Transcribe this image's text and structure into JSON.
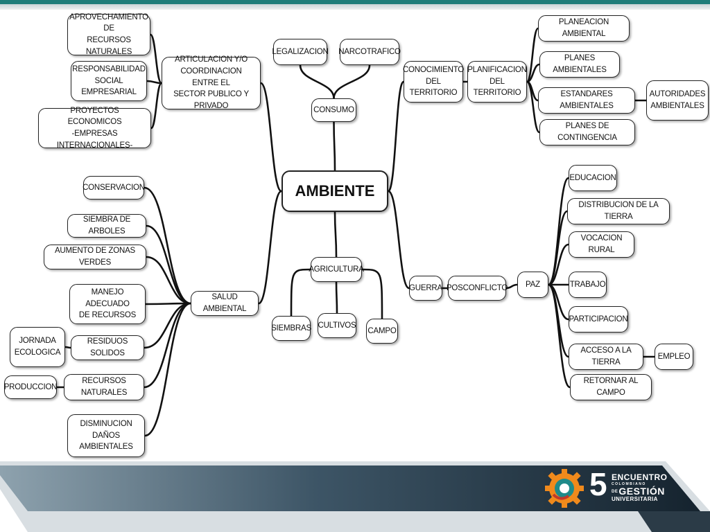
{
  "diagram": {
    "center": "AMBIENTE",
    "nodes": {
      "articulacion": "ARTICULACION Y/O\nCOORDINACION ENTRE EL\nSECTOR PUBLICO Y PRIVADO",
      "aprovechamiento": "APROVECHAMIENTO DE\nRECURSOS NATURALES",
      "responsabilidad": "RESPONSABILIDAD\nSOCIAL EMPRESARIAL",
      "proyectos": "PROYECTOS ECONOMICOS\n-EMPRESAS INTERNACIONALES-",
      "legalizacion": "LEGALIZACION",
      "narcotrafico": "NARCOTRAFICO",
      "consumo": "CONSUMO",
      "conocimiento": "CONOCIMIENTO\nDEL TERRITORIO",
      "planificacion": "PLANIFICACION\nDEL TERRITORIO",
      "planeacion": "PLANEACION AMBIENTAL",
      "planes_ambientales": "PLANES AMBIENTALES",
      "estandares": "ESTANDARES AMBIENTALES",
      "autoridades": "AUTORIDADES\nAMBIENTALES",
      "contingencia": "PLANES DE CONTINGENCIA",
      "salud": "SALUD AMBIENTAL",
      "conservacion": "CONSERVACION",
      "siembra_arboles": "SIEMBRA DE ARBOLES",
      "zonas_verdes": "AUMENTO DE ZONAS VERDES",
      "manejo": "MANEJO ADECUADO\nDE RECURSOS",
      "residuos": "RESIDUOS SOLIDOS",
      "jornada": "JORNADA\nECOLOGICA",
      "recursos_naturales": "RECURSOS NATURALES",
      "produccion": "PRODUCCION",
      "disminucion": "DISMINUCION\nDAÑOS AMBIENTALES",
      "agricultura": "AGRICULTURA",
      "siembras": "SIEMBRAS",
      "cultivos": "CULTIVOS",
      "campo": "CAMPO",
      "guerra": "GUERRA",
      "posconflicto": "POSCONFLICTO",
      "paz": "PAZ",
      "educacion": "EDUCACION",
      "distribucion": "DISTRIBUCION DE LA TIERRA",
      "vocacion": "VOCACION RURAL",
      "trabajo": "TRABAJO",
      "participacion": "PARTICIPACION",
      "acceso": "ACCESO A LA TIERRA",
      "empleo": "EMPLEO",
      "retornar": "RETORNAR AL CAMPO"
    }
  },
  "branding": {
    "number": "5",
    "line1": "ENCUENTRO",
    "line2": "COLOMBIANO",
    "line3": "GESTIÓN",
    "line3_prefix": "DE",
    "line4": "UNIVERSITARIA",
    "colors": {
      "teal": "#1f7d7a",
      "footer_light": "#7f95a3",
      "footer_dark": "#1c2b37",
      "gear_orange": "#f08a1c",
      "gear_teal": "#1f8a8a"
    }
  }
}
